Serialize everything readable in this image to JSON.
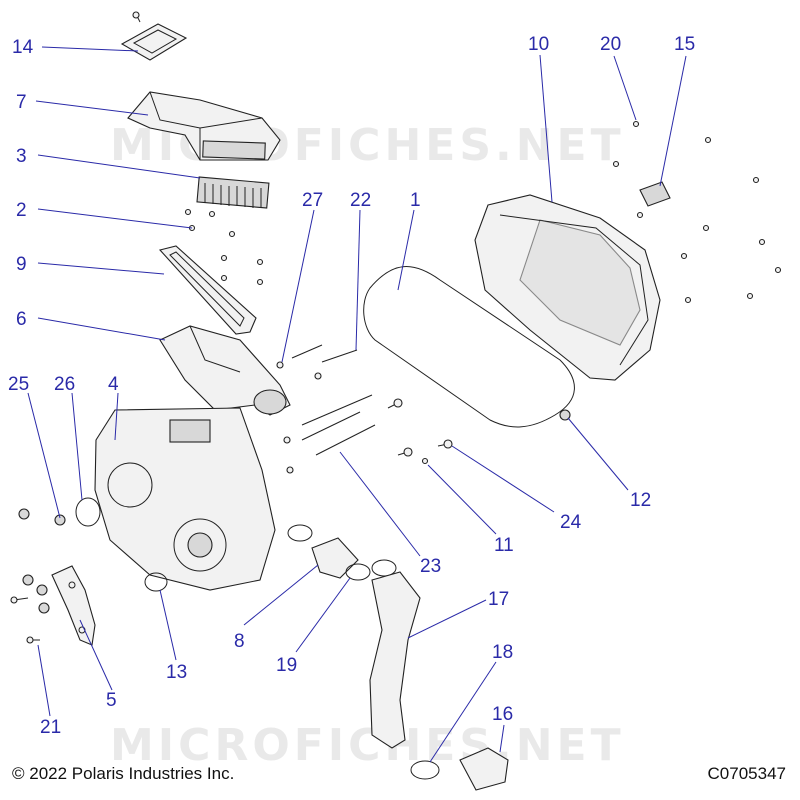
{
  "watermark": "MICROFICHES.NET",
  "copyright": "© 2022 Polaris Industries Inc.",
  "diagram_id": "C0705347",
  "callouts": {
    "c1": "1",
    "c2": "2",
    "c3": "3",
    "c4": "4",
    "c5": "5",
    "c6": "6",
    "c7": "7",
    "c8": "8",
    "c9": "9",
    "c10": "10",
    "c11": "11",
    "c12": "12",
    "c13": "13",
    "c14": "14",
    "c15": "15",
    "c16": "16",
    "c17": "17",
    "c18": "18",
    "c19": "19",
    "c20": "20",
    "c21": "21",
    "c22": "22",
    "c23": "23",
    "c24": "24",
    "c25": "25",
    "c26": "26",
    "c27": "27"
  },
  "colors": {
    "callout": "#2a2aa8",
    "line": "#222222",
    "watermark": "#e9e9e9"
  }
}
